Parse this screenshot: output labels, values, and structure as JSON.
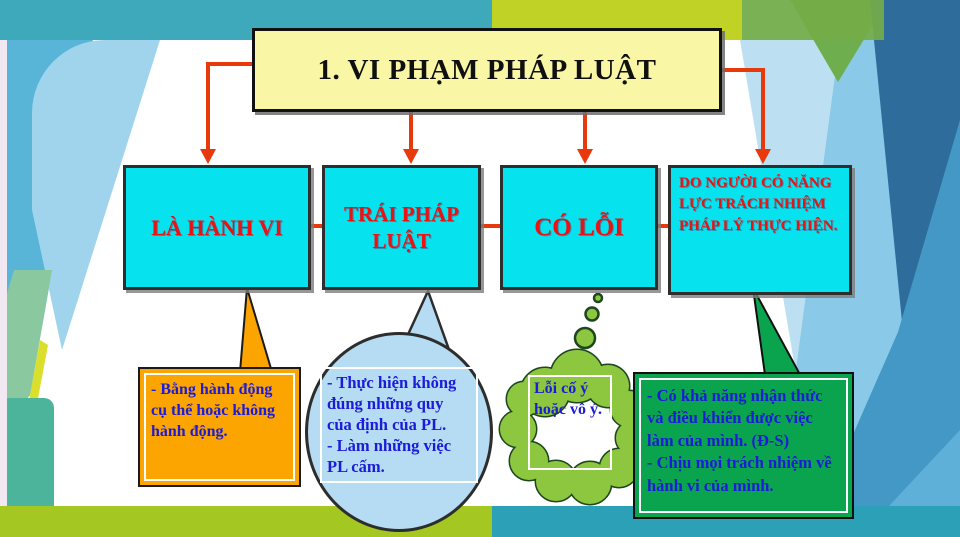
{
  "slide": {
    "title": "1. VI PHẠM PHÁP LUẬT",
    "boxes": [
      {
        "id": "la-hanh-vi",
        "label": "LÀ HÀNH VI"
      },
      {
        "id": "trai-phap-luat",
        "label": "TRÁI PHÁP LUẬT"
      },
      {
        "id": "co-loi",
        "label": "CÓ LỖI"
      },
      {
        "id": "do-nguoi-co",
        "label": "DO NGƯỜI CÓ NĂNG LỰC TRÁCH NHIỆM PHÁP LÝ THỰC HIỆN."
      }
    ],
    "callouts": {
      "action": {
        "shape": "rectangle-callout",
        "fill": "#FCA400",
        "text": "- Bằng hành động cụ thể hoặc không hành động."
      },
      "illegal": {
        "shape": "oval-callout",
        "fill": "#B5DCF2",
        "lines": [
          "- Thực hiện không đúng những quy của định của PL.",
          "- Làm những việc PL cấm."
        ]
      },
      "fault": {
        "shape": "cloud-callout",
        "fill": "#8DC63F",
        "text": "Lỗi cố ý hoặc vô ý."
      },
      "capacity": {
        "shape": "rectangle-callout",
        "fill": "#0AA44F",
        "lines": [
          "- Có khả năng nhận thức và điều khiển được việc làm của mình. (Đ-S)",
          "- Chịu mọi trách nhiệm về hành vi của mình."
        ]
      }
    },
    "colors": {
      "box_fill": "#07E3EE",
      "box_text": "#ED1111",
      "title_fill": "#F9F6A5",
      "connector": "#E8390C",
      "callout_text": "#1B1BD9"
    }
  }
}
